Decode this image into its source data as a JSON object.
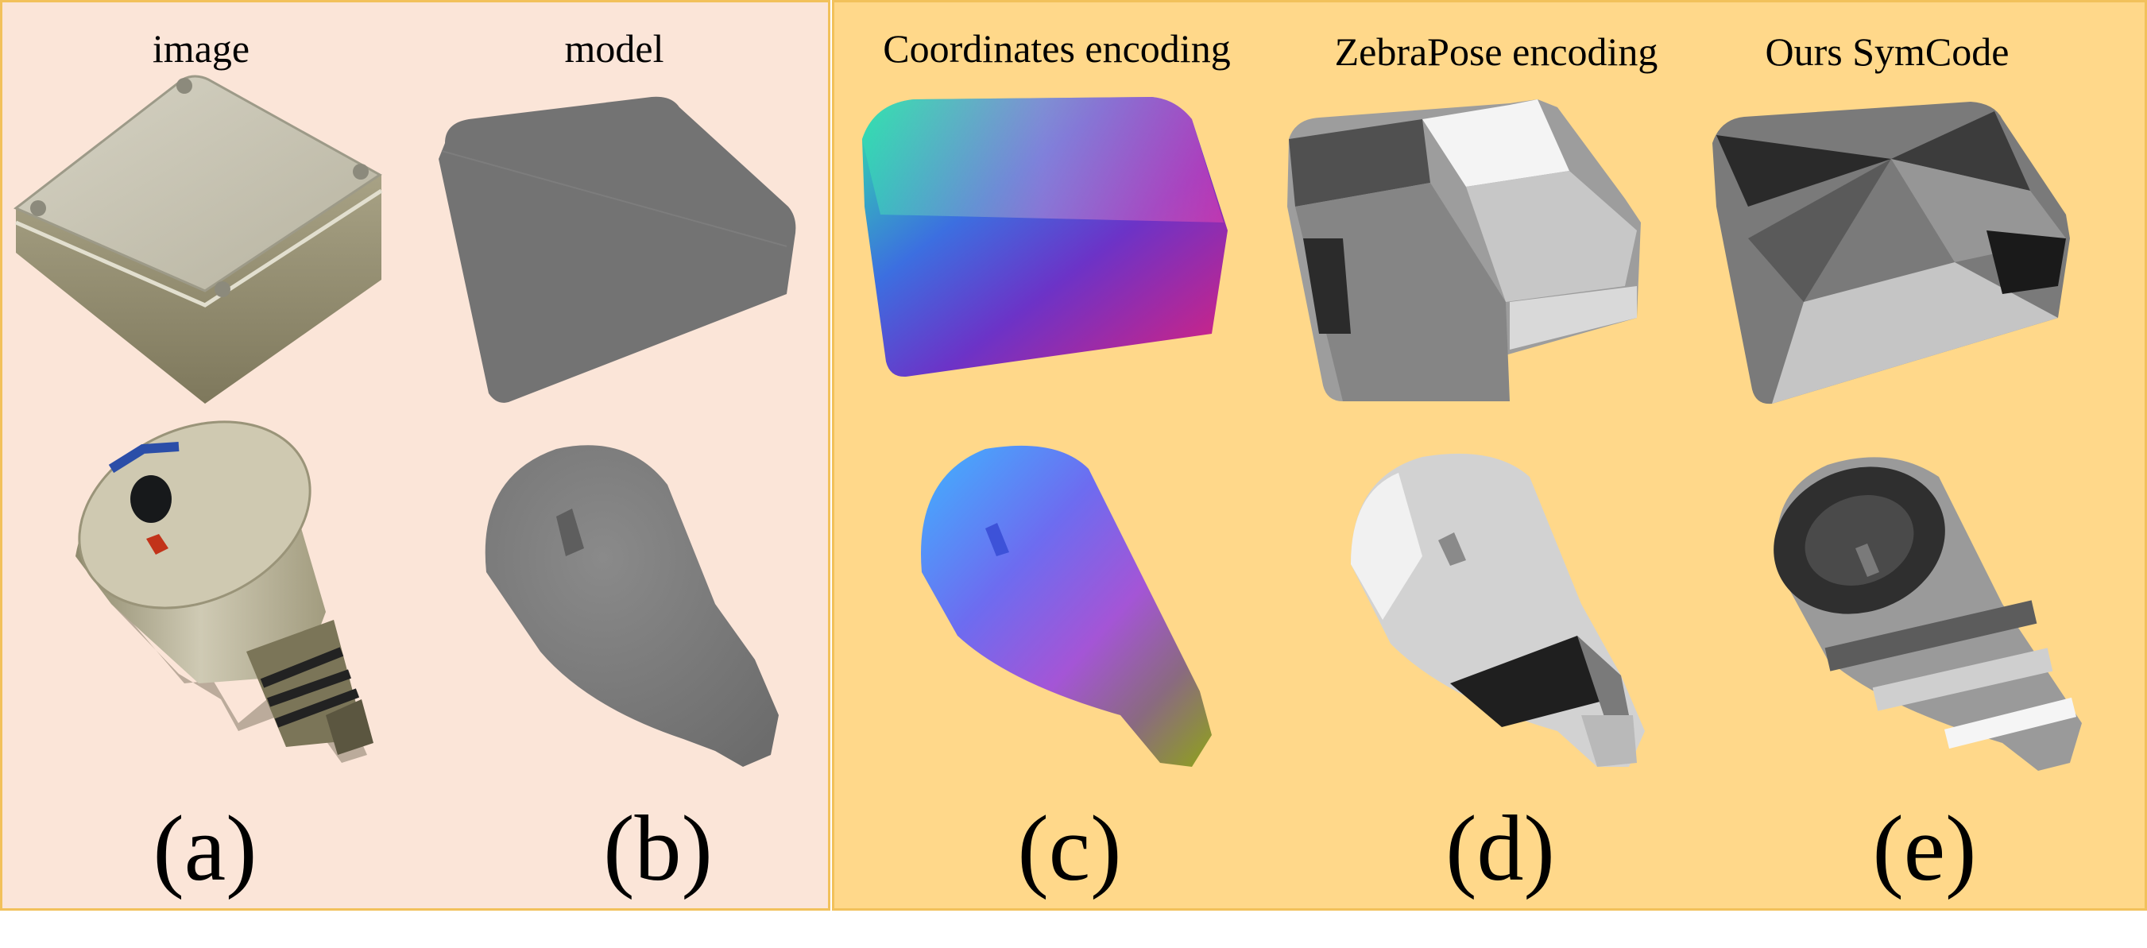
{
  "columns": [
    {
      "title": "image",
      "letter": "(a)"
    },
    {
      "title": "model",
      "letter": "(b)"
    },
    {
      "title": "Coordinates encoding",
      "letter": "(c)"
    },
    {
      "title": "ZebraPose encoding",
      "letter": "(d)"
    },
    {
      "title": "Ours SymCode",
      "letter": "(e)"
    }
  ],
  "colors": {
    "left_panel_bg": "#fbe5d8",
    "right_panel_bg": "#ffd88a",
    "panel_border": "#f2c15b"
  },
  "rows": [
    {
      "object": "junction box"
    },
    {
      "object": "cylindrical sensor"
    }
  ]
}
